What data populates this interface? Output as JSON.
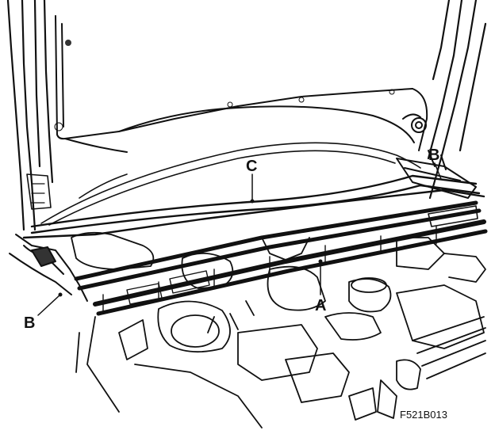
{
  "diagram": {
    "callouts": {
      "a": "A",
      "b": "B",
      "c": "C",
      "b_upper": "B"
    },
    "figure_id": "F521B013"
  },
  "colors": {
    "ink": "#111111",
    "paper": "#ffffff",
    "shade": "#555555"
  }
}
